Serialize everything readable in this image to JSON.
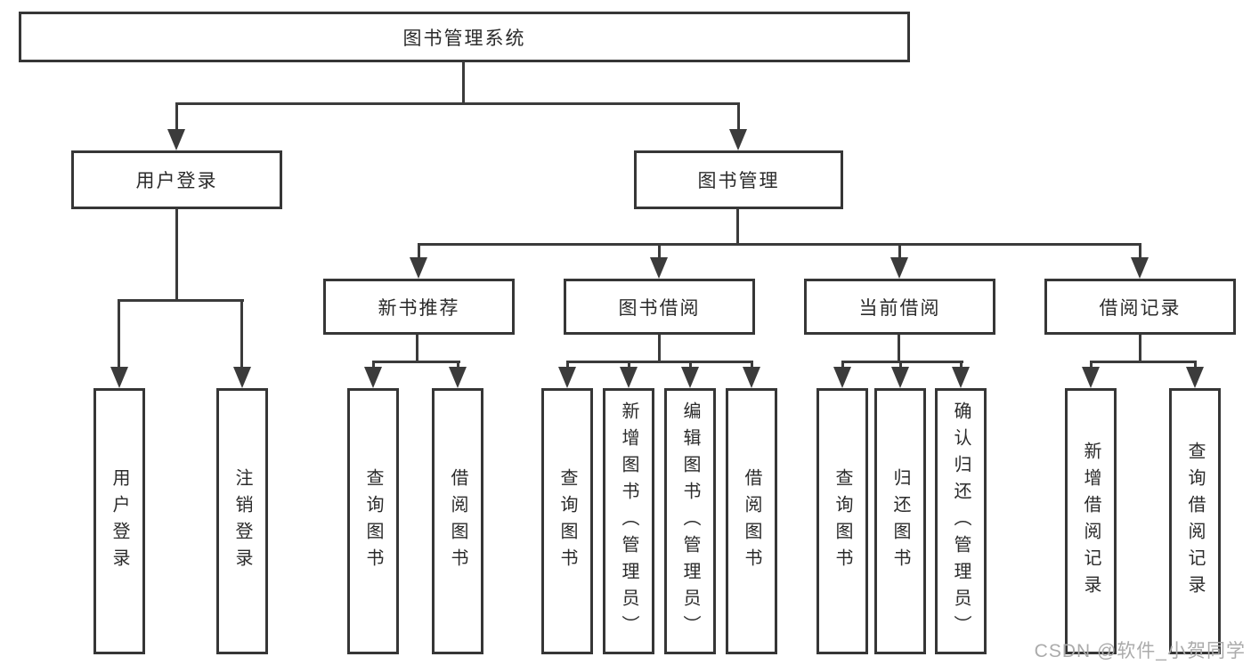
{
  "diagram": {
    "type": "hierarchy-tree",
    "root": "图书管理系统",
    "children": [
      {
        "label": "用户登录",
        "children": [
          {
            "label": "用户登录"
          },
          {
            "label": "注销登录"
          }
        ]
      },
      {
        "label": "图书管理",
        "children": [
          {
            "label": "新书推荐",
            "children": [
              {
                "label": "查询图书"
              },
              {
                "label": "借阅图书"
              }
            ]
          },
          {
            "label": "图书借阅",
            "children": [
              {
                "label": "查询图书"
              },
              {
                "label": "新增图书（管理员）"
              },
              {
                "label": "编辑图书（管理员）"
              },
              {
                "label": "借阅图书"
              }
            ]
          },
          {
            "label": "当前借阅",
            "children": [
              {
                "label": "查询图书"
              },
              {
                "label": "归还图书"
              },
              {
                "label": "确认归还（管理员）"
              }
            ]
          },
          {
            "label": "借阅记录",
            "children": [
              {
                "label": "新增借阅记录"
              },
              {
                "label": "查询借阅记录"
              }
            ]
          }
        ]
      }
    ]
  },
  "watermark": {
    "text": "CSDN @软件_小贺同学"
  },
  "colors": {
    "line": "#3b3b3b",
    "box_border": "#363636",
    "text": "#2b2b2b",
    "background": "#ffffff",
    "watermark": "#ababab"
  }
}
